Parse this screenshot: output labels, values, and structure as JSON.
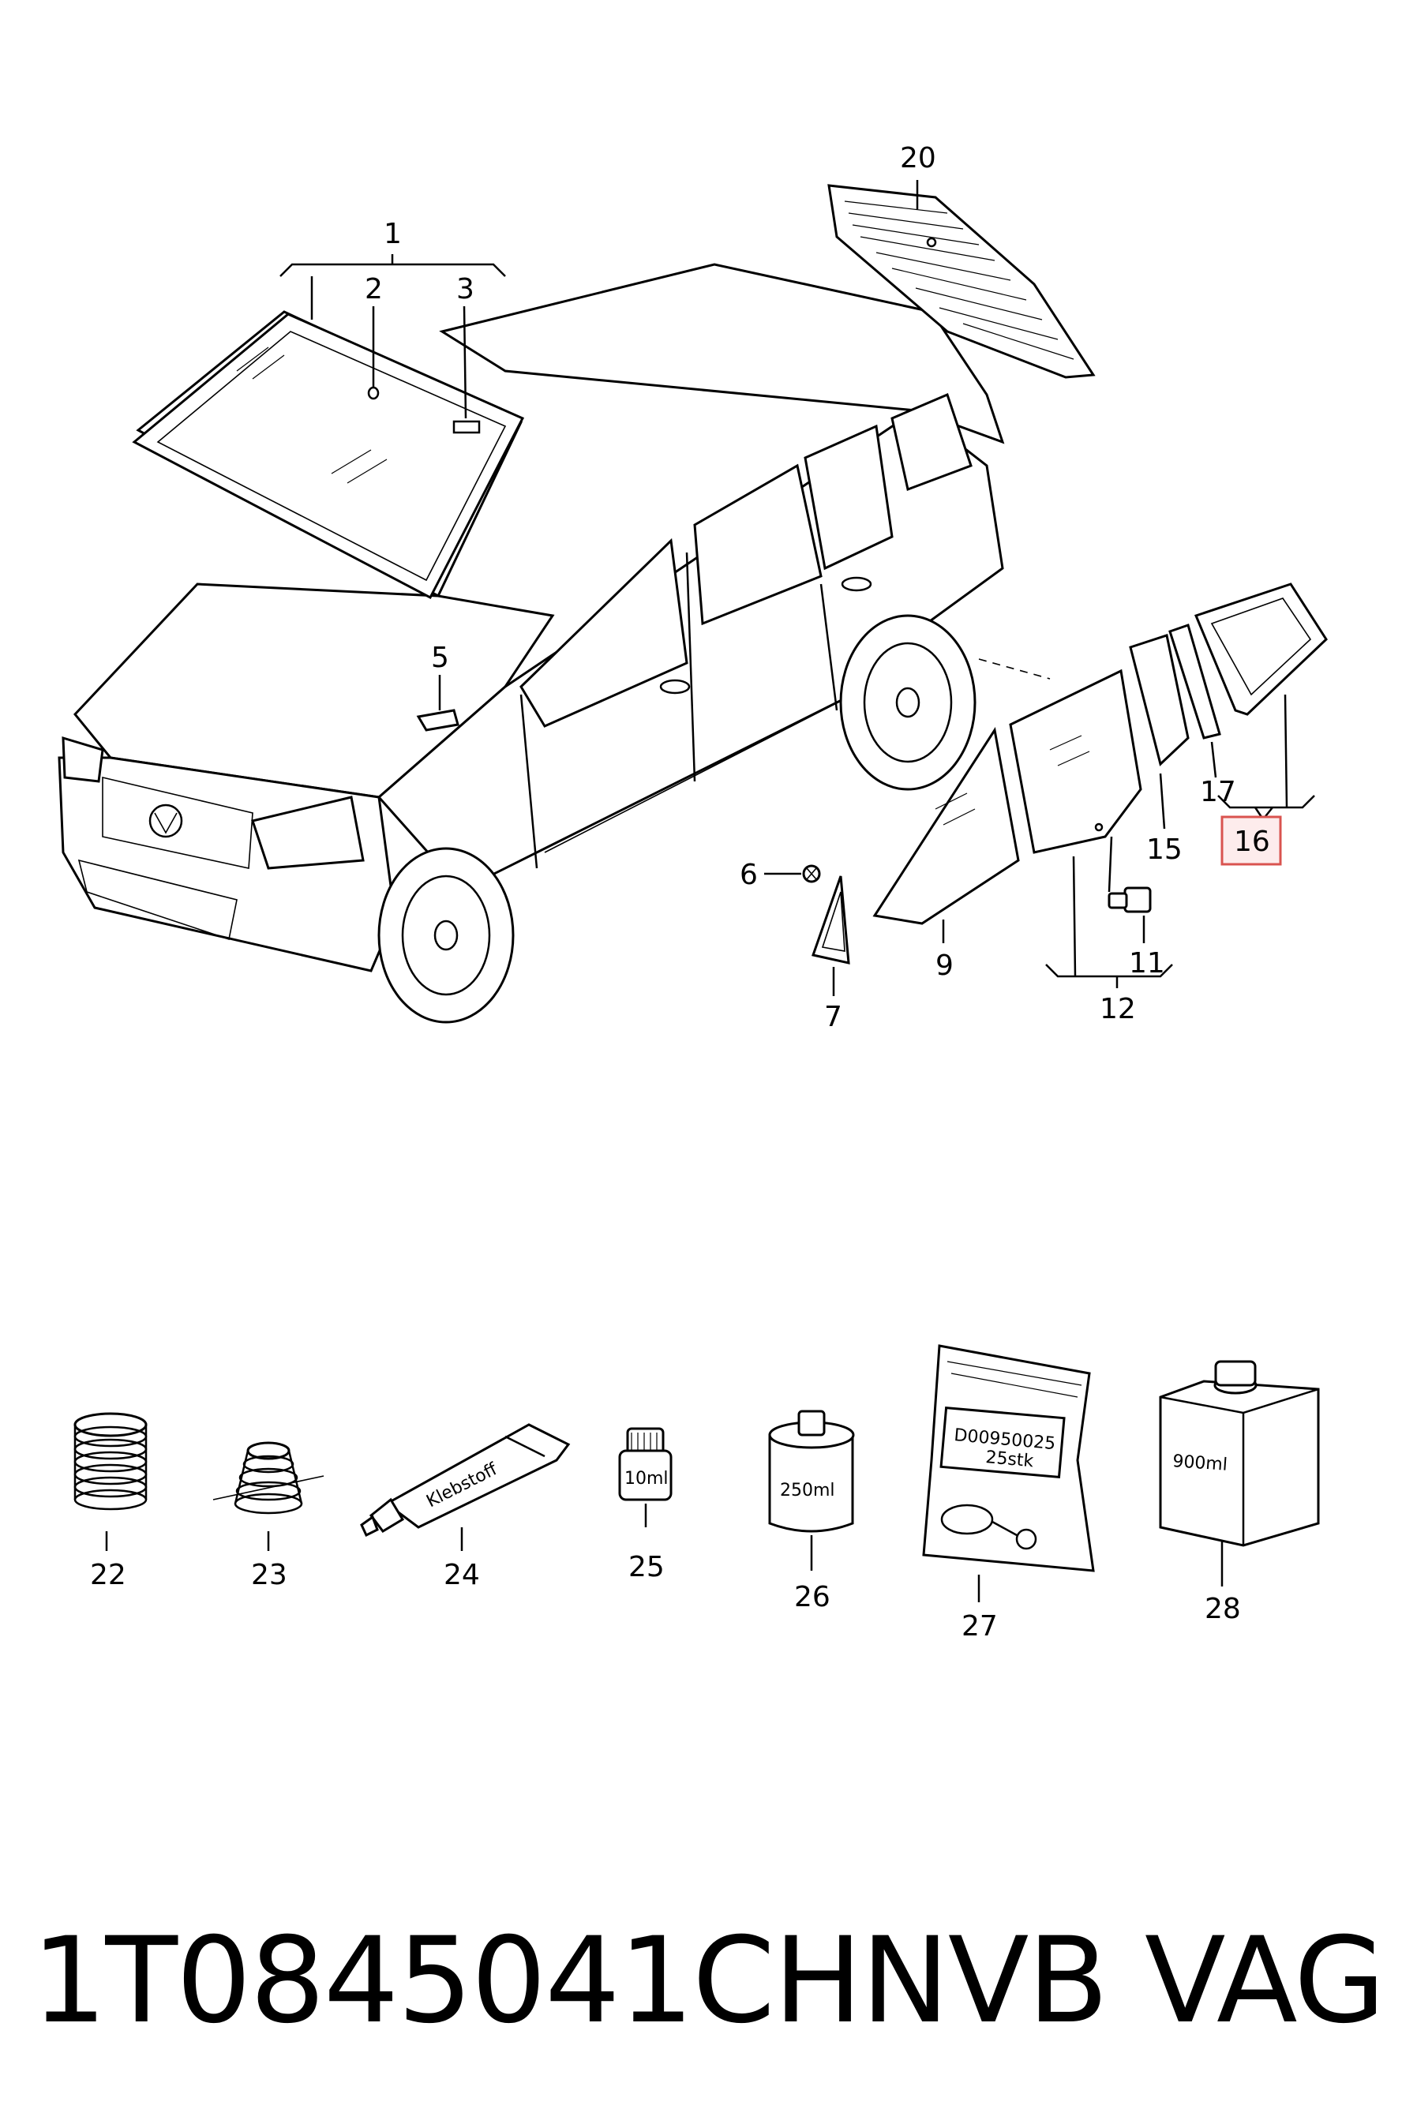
{
  "callouts": {
    "c1": "1",
    "c2": "2",
    "c3": "3",
    "c5": "5",
    "c6": "6",
    "c7": "7",
    "c9": "9",
    "c11": "11",
    "c12": "12",
    "c15": "15",
    "c16": "16",
    "c17": "17",
    "c20": "20",
    "c22": "22",
    "c23": "23",
    "c24": "24",
    "c25": "25",
    "c26": "26",
    "c27": "27",
    "c28": "28"
  },
  "product_text": {
    "tube": "Klebstoff",
    "bottle_small": "10ml",
    "can": "250ml",
    "bag_line1": "D00950025",
    "bag_line2": "25stk",
    "canister": "900ml"
  },
  "footer": {
    "part_number": "1T0845041CHNVB",
    "brand": "VAG"
  },
  "colors": {
    "highlight": "#d9534f",
    "highlight_fill": "#fdecec"
  }
}
